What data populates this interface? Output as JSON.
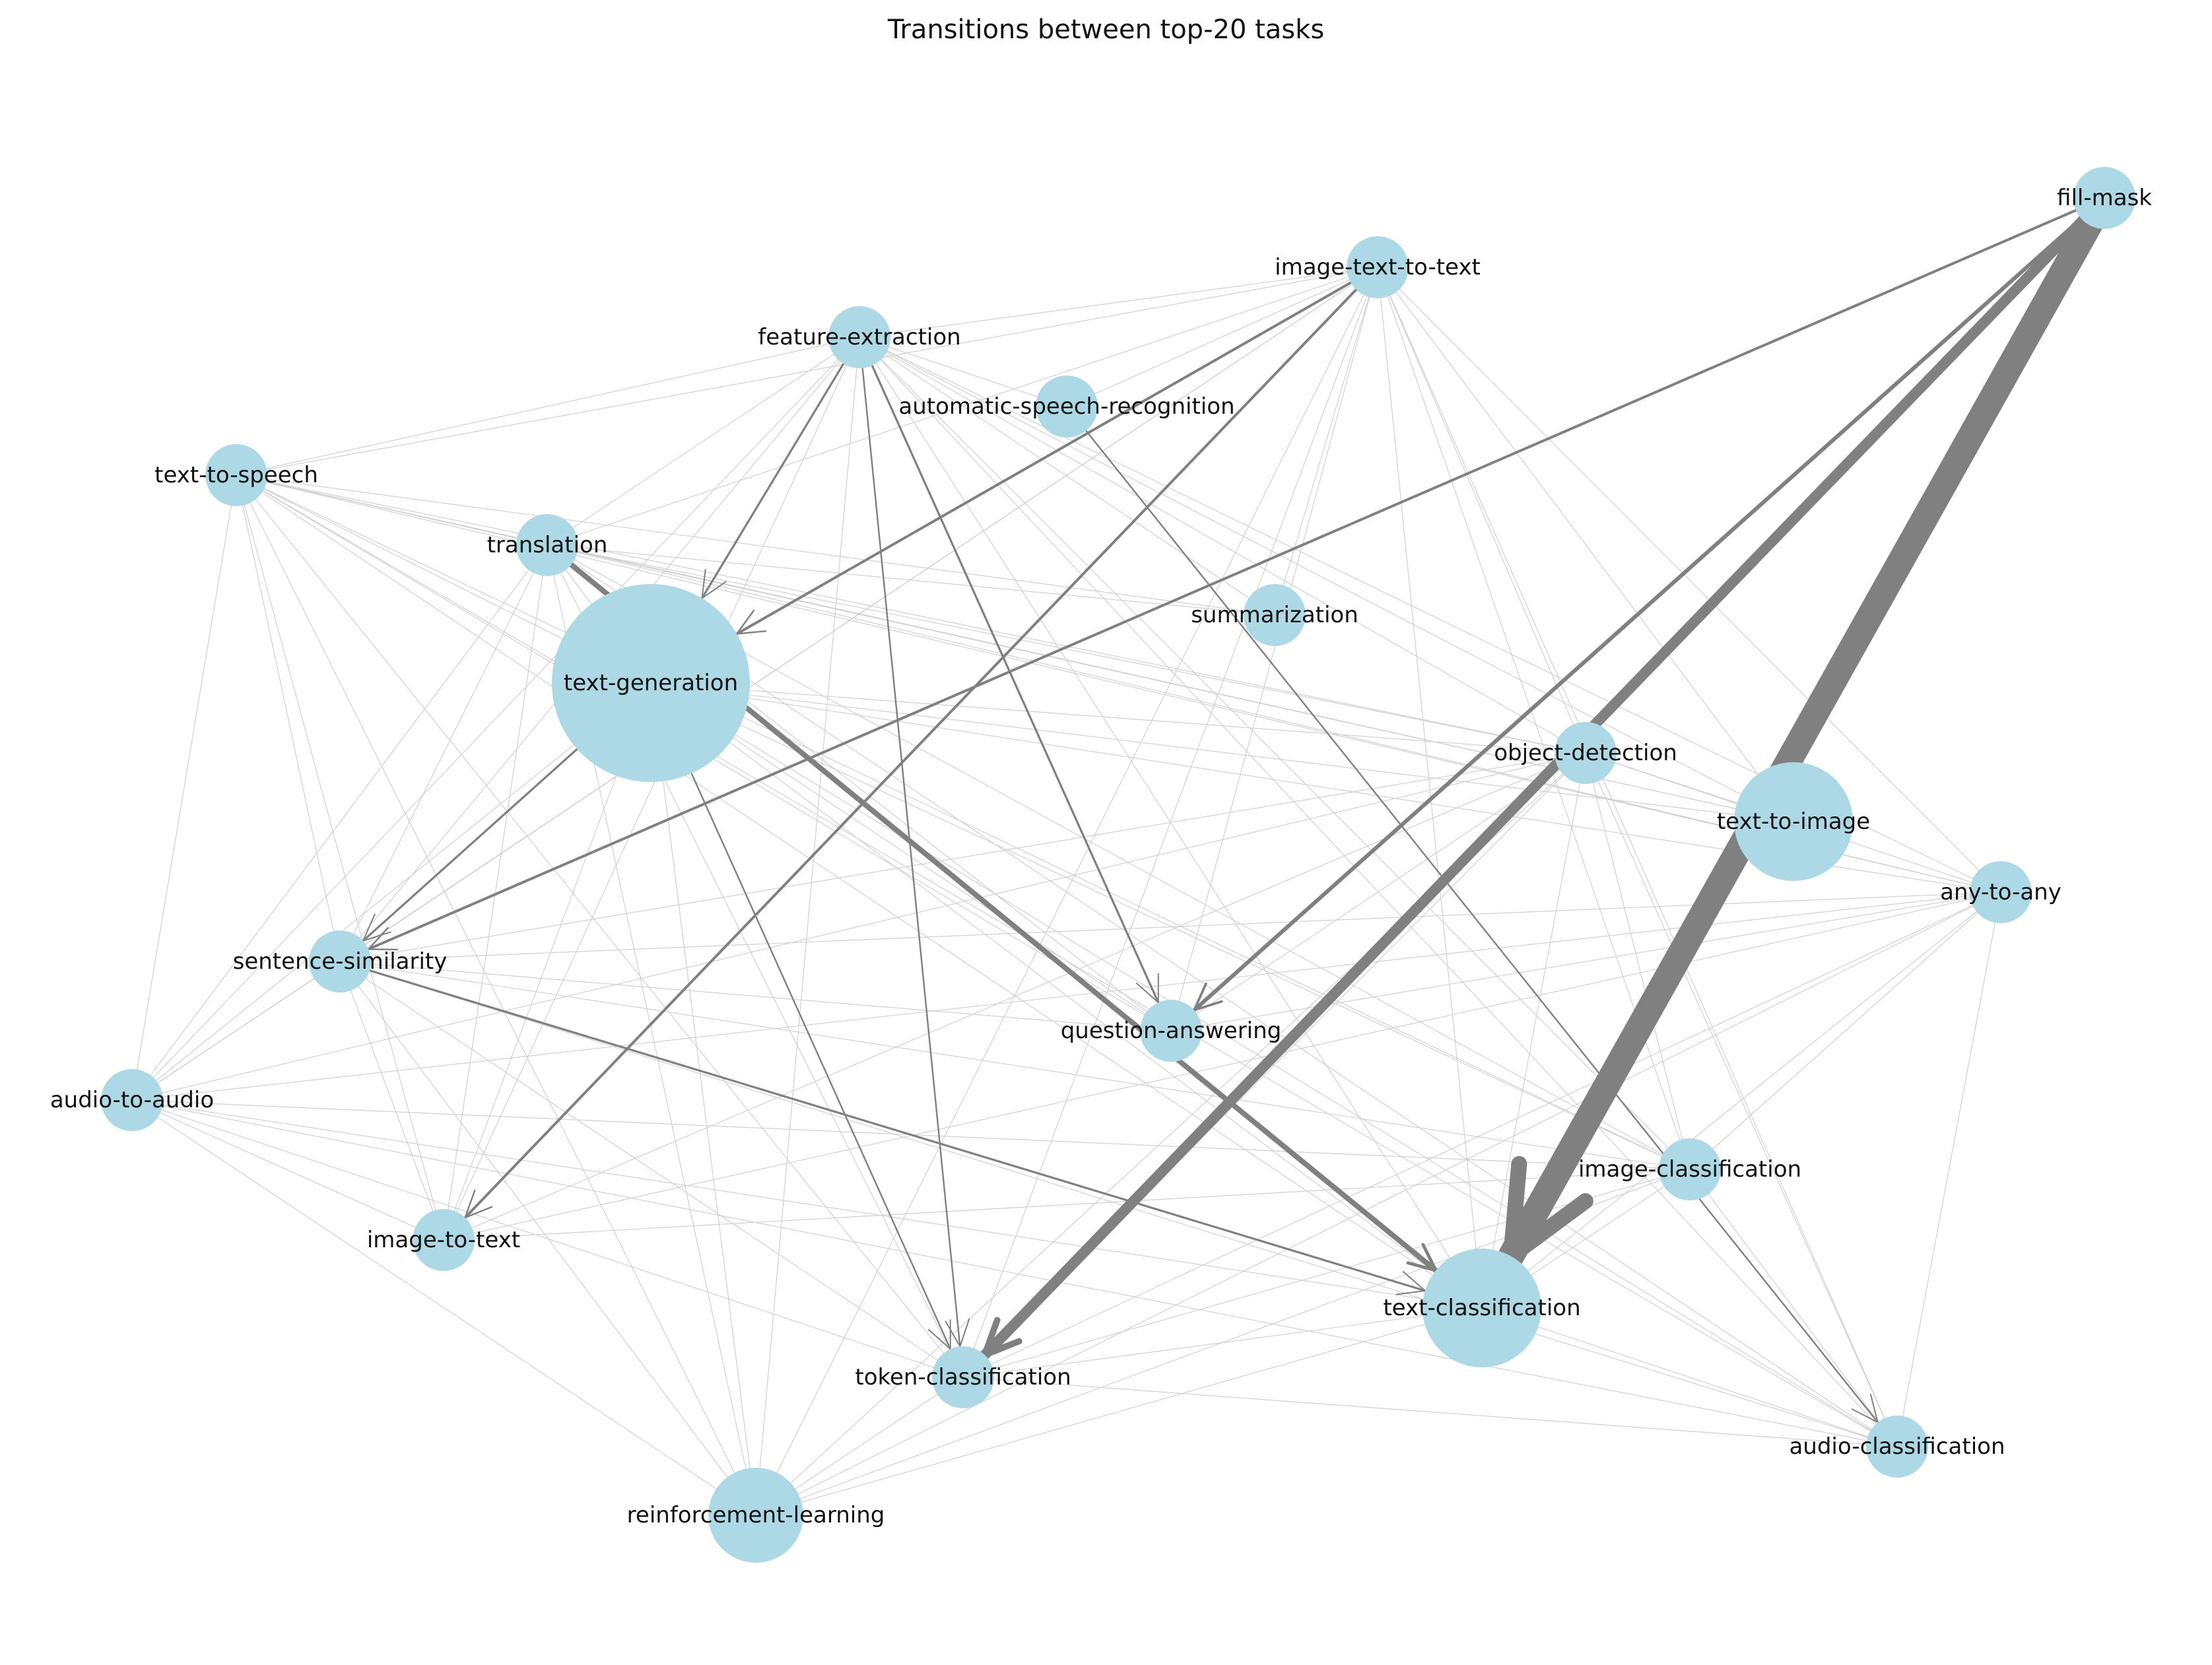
{
  "title": "Transitions between top-20 tasks",
  "colors": {
    "node": "#add8e6",
    "edge_strong": "#808080",
    "edge_light": "#d0d0d0"
  },
  "nodes": [
    {
      "id": "fill-mask",
      "label": "fill-mask",
      "size": 1
    },
    {
      "id": "image-text-to-text",
      "label": "image-text-to-text",
      "size": 1
    },
    {
      "id": "feature-extraction",
      "label": "feature-extraction",
      "size": 1
    },
    {
      "id": "automatic-speech-recognition",
      "label": "automatic-speech-recognition",
      "size": 1
    },
    {
      "id": "text-to-speech",
      "label": "text-to-speech",
      "size": 1
    },
    {
      "id": "translation",
      "label": "translation",
      "size": 1
    },
    {
      "id": "summarization",
      "label": "summarization",
      "size": 1
    },
    {
      "id": "text-generation",
      "label": "text-generation",
      "size": 5
    },
    {
      "id": "object-detection",
      "label": "object-detection",
      "size": 1
    },
    {
      "id": "text-to-image",
      "label": "text-to-image",
      "size": 2
    },
    {
      "id": "any-to-any",
      "label": "any-to-any",
      "size": 1
    },
    {
      "id": "sentence-similarity",
      "label": "sentence-similarity",
      "size": 1
    },
    {
      "id": "question-answering",
      "label": "question-answering",
      "size": 1
    },
    {
      "id": "audio-to-audio",
      "label": "audio-to-audio",
      "size": 1
    },
    {
      "id": "image-classification",
      "label": "image-classification",
      "size": 1
    },
    {
      "id": "image-to-text",
      "label": "image-to-text",
      "size": 1
    },
    {
      "id": "text-classification",
      "label": "text-classification",
      "size": 2
    },
    {
      "id": "token-classification",
      "label": "token-classification",
      "size": 1
    },
    {
      "id": "audio-classification",
      "label": "audio-classification",
      "size": 1
    },
    {
      "id": "reinforcement-learning",
      "label": "reinforcement-learning",
      "size": 1.5
    }
  ],
  "edges_strong": [
    {
      "from": "fill-mask",
      "to": "text-classification",
      "weight": 10
    },
    {
      "from": "fill-mask",
      "to": "token-classification",
      "weight": 4
    },
    {
      "from": "fill-mask",
      "to": "question-answering",
      "weight": 1.5
    },
    {
      "from": "fill-mask",
      "to": "sentence-similarity",
      "weight": 1
    },
    {
      "from": "translation",
      "to": "text-classification",
      "weight": 2
    },
    {
      "from": "image-text-to-text",
      "to": "image-to-text",
      "weight": 1
    },
    {
      "from": "image-text-to-text",
      "to": "text-generation",
      "weight": 1
    },
    {
      "from": "feature-extraction",
      "to": "question-answering",
      "weight": 0.8
    },
    {
      "from": "feature-extraction",
      "to": "text-generation",
      "weight": 0.8
    },
    {
      "from": "sentence-similarity",
      "to": "text-classification",
      "weight": 0.8
    },
    {
      "from": "text-generation",
      "to": "sentence-similarity",
      "weight": 0.8
    },
    {
      "from": "automatic-speech-recognition",
      "to": "audio-classification",
      "weight": 0.6
    },
    {
      "from": "feature-extraction",
      "to": "token-classification",
      "weight": 0.6
    },
    {
      "from": "text-generation",
      "to": "token-classification",
      "weight": 0.6
    }
  ]
}
